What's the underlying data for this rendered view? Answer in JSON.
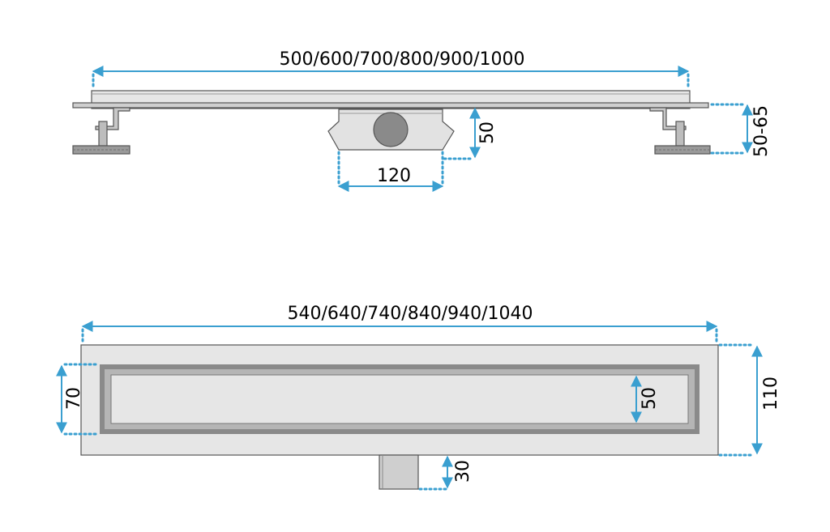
{
  "dimensions": {
    "side_length": "500/600/700/800/900/1000",
    "side_height_50": "50",
    "side_width_120": "120",
    "side_adjust": "50-65",
    "top_length": "540/640/740/840/940/1040",
    "top_width_70": "70",
    "top_inner_50": "50",
    "top_height_110": "110",
    "top_outlet_30": "30"
  },
  "colors": {
    "dimension": "#3a9fd0",
    "steel_light": "#e6e6e6",
    "steel_mid": "#b5b5b5",
    "steel_dark": "#8a8a8a"
  }
}
